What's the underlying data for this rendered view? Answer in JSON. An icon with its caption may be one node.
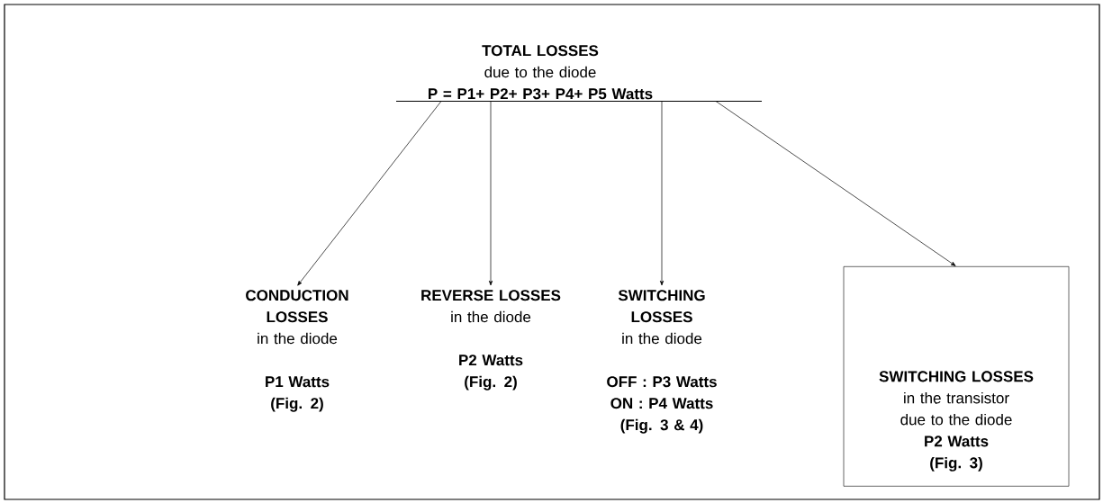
{
  "diagram": {
    "nodes": [
      {
        "text": [
          "TOTAL LOSSES",
          "due to the diode",
          "P = P1+ P2+ P3+ P4+ P5 Watts"
        ]
      },
      {
        "text": [
          "CONDUCTION LOSSES",
          "in the diode",
          "P1 Watts",
          "(Fig. 2)"
        ]
      },
      {
        "text": [
          "REVERSE LOSSES",
          "in the diode",
          "P2 Watts",
          "(Fig. 2)"
        ]
      },
      {
        "text": [
          "SWITCHING LOSSES",
          "in the diode",
          "OFF : P3 Watts",
          "ON : P4 Watts",
          "(Fig. 3 & 4)"
        ]
      },
      {
        "text": [
          "SWITCHING LOSSES",
          "in the transistor due to the diode",
          "P2 Watts",
          "(Fig. 3)"
        ]
      }
    ],
    "edges": [
      {
        "from": 0,
        "to": 1,
        "arrow": "to"
      },
      {
        "from": 0,
        "to": 2,
        "arrow": "to"
      },
      {
        "from": 0,
        "to": 3,
        "arrow": "to"
      },
      {
        "from": 0,
        "to": 4,
        "arrow": "to"
      }
    ]
  }
}
